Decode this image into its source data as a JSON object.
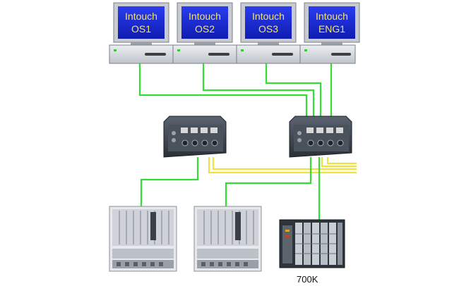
{
  "workstations": [
    {
      "line1": "Intouch",
      "line2": "OS1"
    },
    {
      "line1": "Intouch",
      "line2": "OS2"
    },
    {
      "line1": "Intouch",
      "line2": "OS3"
    },
    {
      "line1": "Intouch",
      "line2": "ENG1"
    }
  ],
  "controllers": {
    "plc_label": "700K"
  },
  "colors": {
    "ethernet": "#33dd33",
    "fieldbus": "#f0e040",
    "screen": "#1a2bd8",
    "casing": "#d9dde2"
  }
}
